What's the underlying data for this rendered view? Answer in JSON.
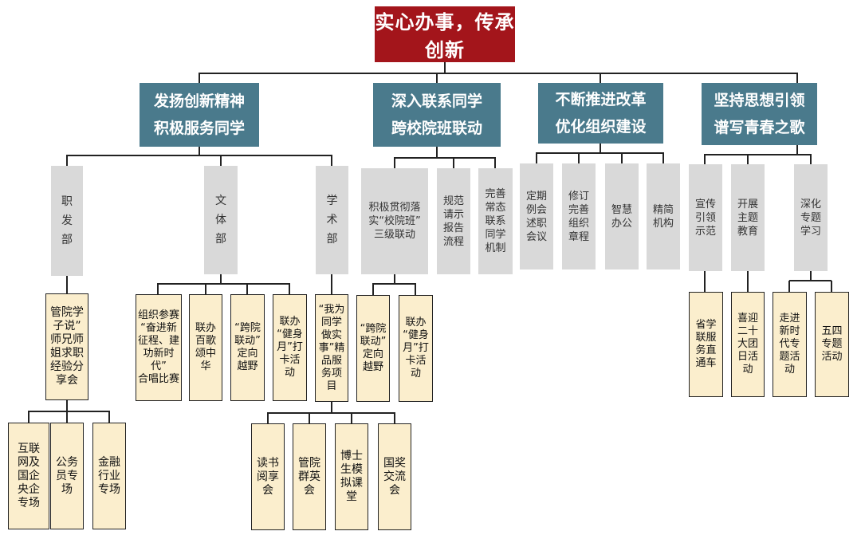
{
  "root": "实心办事，传承创新",
  "pillars": [
    "发扬创新精神\n积极服务同学",
    "深入联系同学\n跨校院班联动",
    "不断推进改革\n优化组织建设",
    "坚持思想引领\n谱写青春之歌"
  ],
  "departments": {
    "zhifa": "职\n发\n部",
    "wenti": "文\n体\n部",
    "xueshu": "学\n术\n部"
  },
  "dept_items": {
    "zhifa": [
      "管院学\n子说”\n师兄师\n姐求职\n经验分\n享会"
    ],
    "wenti": [
      "组织参赛\n“奋进新\n征程、建\n功新时代”\n合唱比赛",
      "联办\n百歌\n颂中\n华",
      "“跨院\n联动”\n定向\n越野",
      "联办\n“健身\n月”打\n卡活\n动"
    ],
    "xueshu": [
      "“我为\n同学\n做实\n事”精\n品服\n务项\n目"
    ]
  },
  "zhifa_subitems": [
    "互联\n网及\n国企\n央企\n专场",
    "公务\n员专\n场",
    "金融\n行业\n专场"
  ],
  "xueshu_subitems": [
    "读书\n阅享\n会",
    "管院\n群英\n会",
    "博士\n生模\n拟课\n堂",
    "国奖\n交流\n会"
  ],
  "pillar2_items": [
    "积极贯彻落\n实“校院班”\n三级联动",
    "规范\n请示\n报告\n流程",
    "完善\n常态\n联系\n同学\n机制"
  ],
  "pillar2_subitems": [
    "“跨院\n联动”\n定向\n越野",
    "联办\n“健身\n月”打\n卡活\n动"
  ],
  "pillar3_items": [
    "定期\n例会\n述职\n会议",
    "修订\n完善\n组织\n章程",
    "智慧\n办公",
    "精简\n机构"
  ],
  "pillar4_items": [
    "宣传\n引领\n示范",
    "开展\n主题\n教育",
    "深化\n专题\n学习"
  ],
  "pillar4_subitems": [
    "省学\n联服\n务直\n通车",
    "喜迎\n二十\n大团\n日活\n动",
    "走进\n新时\n代专\n题活\n动",
    "五四\n专题\n活动"
  ],
  "colors": {
    "root": "#a3151b",
    "pillar": "#4a7a8c",
    "category": "#d9d9d9",
    "leaf": "#fbeecd",
    "leaf_border": "#222222",
    "connector": "#222222"
  }
}
